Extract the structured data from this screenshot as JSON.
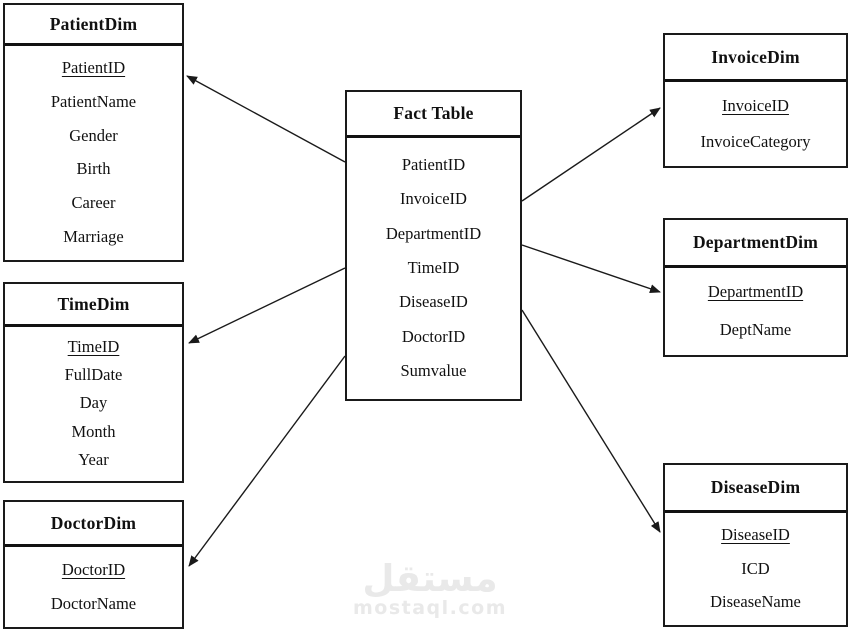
{
  "diagram": {
    "type": "star-schema",
    "colors": {
      "background": "#ffffff",
      "line": "#1a1a1a",
      "text": "#111111",
      "watermark": "#e9e9e9"
    },
    "entities": [
      {
        "name": "PatientDim",
        "fields": [
          {
            "name": "PatientID",
            "pk": true
          },
          {
            "name": "PatientName",
            "pk": false
          },
          {
            "name": "Gender",
            "pk": false
          },
          {
            "name": "Birth",
            "pk": false
          },
          {
            "name": "Career",
            "pk": false
          },
          {
            "name": "Marriage",
            "pk": false
          }
        ]
      },
      {
        "name": "TimeDim",
        "fields": [
          {
            "name": "TimeID",
            "pk": true
          },
          {
            "name": "FullDate",
            "pk": false
          },
          {
            "name": "Day",
            "pk": false
          },
          {
            "name": "Month",
            "pk": false
          },
          {
            "name": "Year",
            "pk": false
          }
        ]
      },
      {
        "name": "DoctorDim",
        "fields": [
          {
            "name": "DoctorID",
            "pk": true
          },
          {
            "name": "DoctorName",
            "pk": false
          }
        ]
      },
      {
        "name": "Fact Table",
        "fields": [
          {
            "name": "PatientID",
            "pk": false
          },
          {
            "name": "InvoiceID",
            "pk": false
          },
          {
            "name": "DepartmentID",
            "pk": false
          },
          {
            "name": "TimeID",
            "pk": false
          },
          {
            "name": "DiseaseID",
            "pk": false
          },
          {
            "name": "DoctorID",
            "pk": false
          },
          {
            "name": "Sumvalue",
            "pk": false
          }
        ]
      },
      {
        "name": "InvoiceDim",
        "fields": [
          {
            "name": "InvoiceID",
            "pk": true
          },
          {
            "name": "InvoiceCategory",
            "pk": false
          }
        ]
      },
      {
        "name": "DepartmentDim",
        "fields": [
          {
            "name": "DepartmentID",
            "pk": true
          },
          {
            "name": "DeptName",
            "pk": false
          }
        ]
      },
      {
        "name": "DiseaseDim",
        "fields": [
          {
            "name": "DiseaseID",
            "pk": true
          },
          {
            "name": "ICD",
            "pk": false
          },
          {
            "name": "DiseaseName",
            "pk": false
          }
        ]
      }
    ],
    "edges": [
      {
        "from": "Fact Table",
        "to": "PatientDim"
      },
      {
        "from": "Fact Table",
        "to": "TimeDim"
      },
      {
        "from": "Fact Table",
        "to": "DoctorDim"
      },
      {
        "from": "Fact Table",
        "to": "InvoiceDim"
      },
      {
        "from": "Fact Table",
        "to": "DepartmentDim"
      },
      {
        "from": "Fact Table",
        "to": "DiseaseDim"
      }
    ],
    "watermark": {
      "title": "مستقل",
      "subtitle": "mostaql.com"
    }
  }
}
